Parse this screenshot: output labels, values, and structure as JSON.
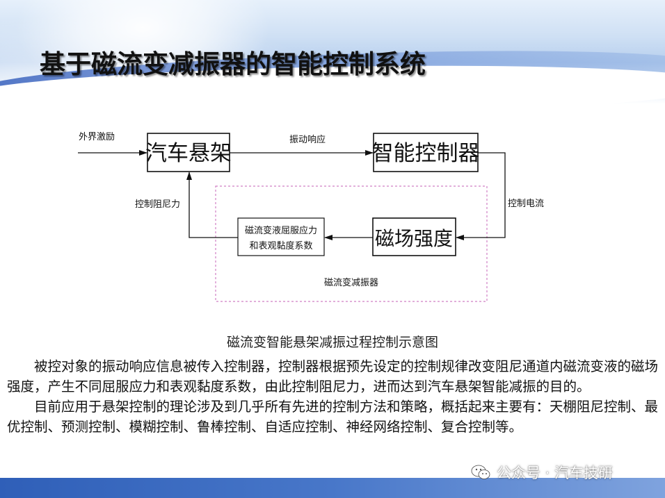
{
  "title": "基于磁流变减振器的智能控制系统",
  "diagram": {
    "nodes": {
      "suspension": "汽车悬架",
      "controller": "智能控制器",
      "field": "磁场强度",
      "fluid_line1": "磁流变液屈服应力",
      "fluid_line2": "和表观黏度系数"
    },
    "edges": {
      "external": "外界激励",
      "vibration": "振动响应",
      "current": "控制电流",
      "damping": "控制阻尼力"
    },
    "group_label": "磁流变减振器"
  },
  "caption": "磁流变智能悬架减振过程控制示意图",
  "paragraphs": [
    "被控对象的振动响应信息被传入控制器，控制器根据预先设定的控制规律改变阻尼通道内磁流变液的磁场强度，产生不同屈服应力和表观黏度系数，由此控制阻尼力，进而达到汽车悬架智能减振的目的。",
    "目前应用于悬架控制的理论涉及到几乎所有先进的控制方法和策略，概括起来主要有：天棚阻尼控制、最优控制、预测控制、模糊控制、鲁棒控制、自适应控制、神经网络控制、复合控制等。"
  ],
  "watermark": {
    "icon": "wechat-icon",
    "text": "公众号 · 汽车技研"
  },
  "colors": {
    "header_blue": "#3c64be",
    "footer_blue": "#2f5fb8",
    "group_border": "#d07fc4"
  }
}
